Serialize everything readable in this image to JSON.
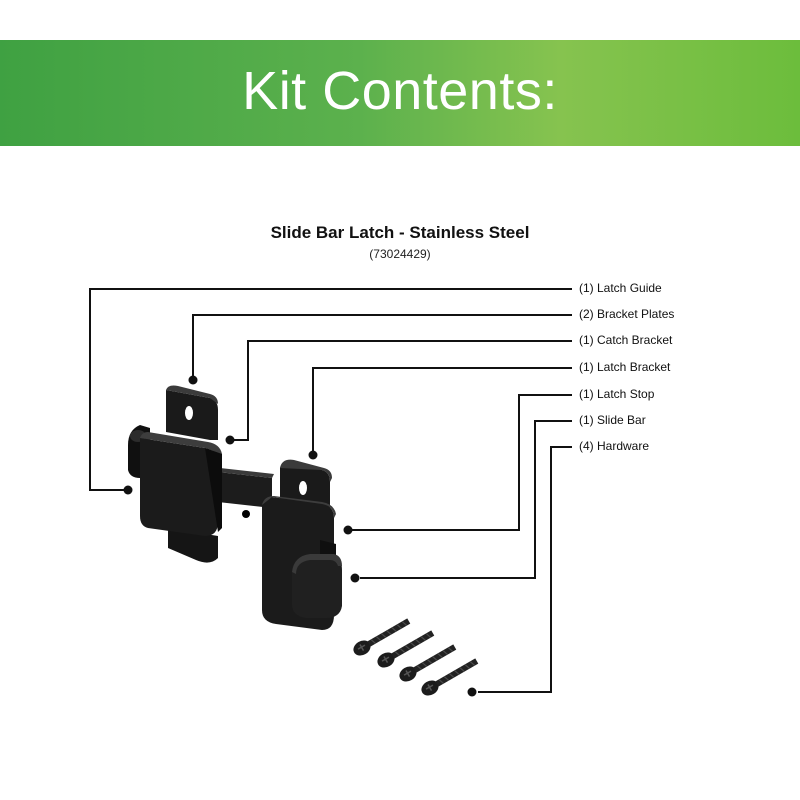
{
  "banner": {
    "title": "Kit Contents:"
  },
  "product": {
    "name": "Slide Bar Latch - Stainless Steel",
    "sku": "(73024429)"
  },
  "colors": {
    "banner_start": "#3fa142",
    "banner_end": "#6cbd3c",
    "part": "#151515"
  },
  "parts": [
    {
      "label": "(1) Latch Guide"
    },
    {
      "label": "(2) Bracket Plates"
    },
    {
      "label": "(1) Catch Bracket"
    },
    {
      "label": "(1) Latch Bracket"
    },
    {
      "label": "(1) Latch Stop"
    },
    {
      "label": "(1) Slide Bar"
    },
    {
      "label": "(4) Hardware"
    }
  ]
}
